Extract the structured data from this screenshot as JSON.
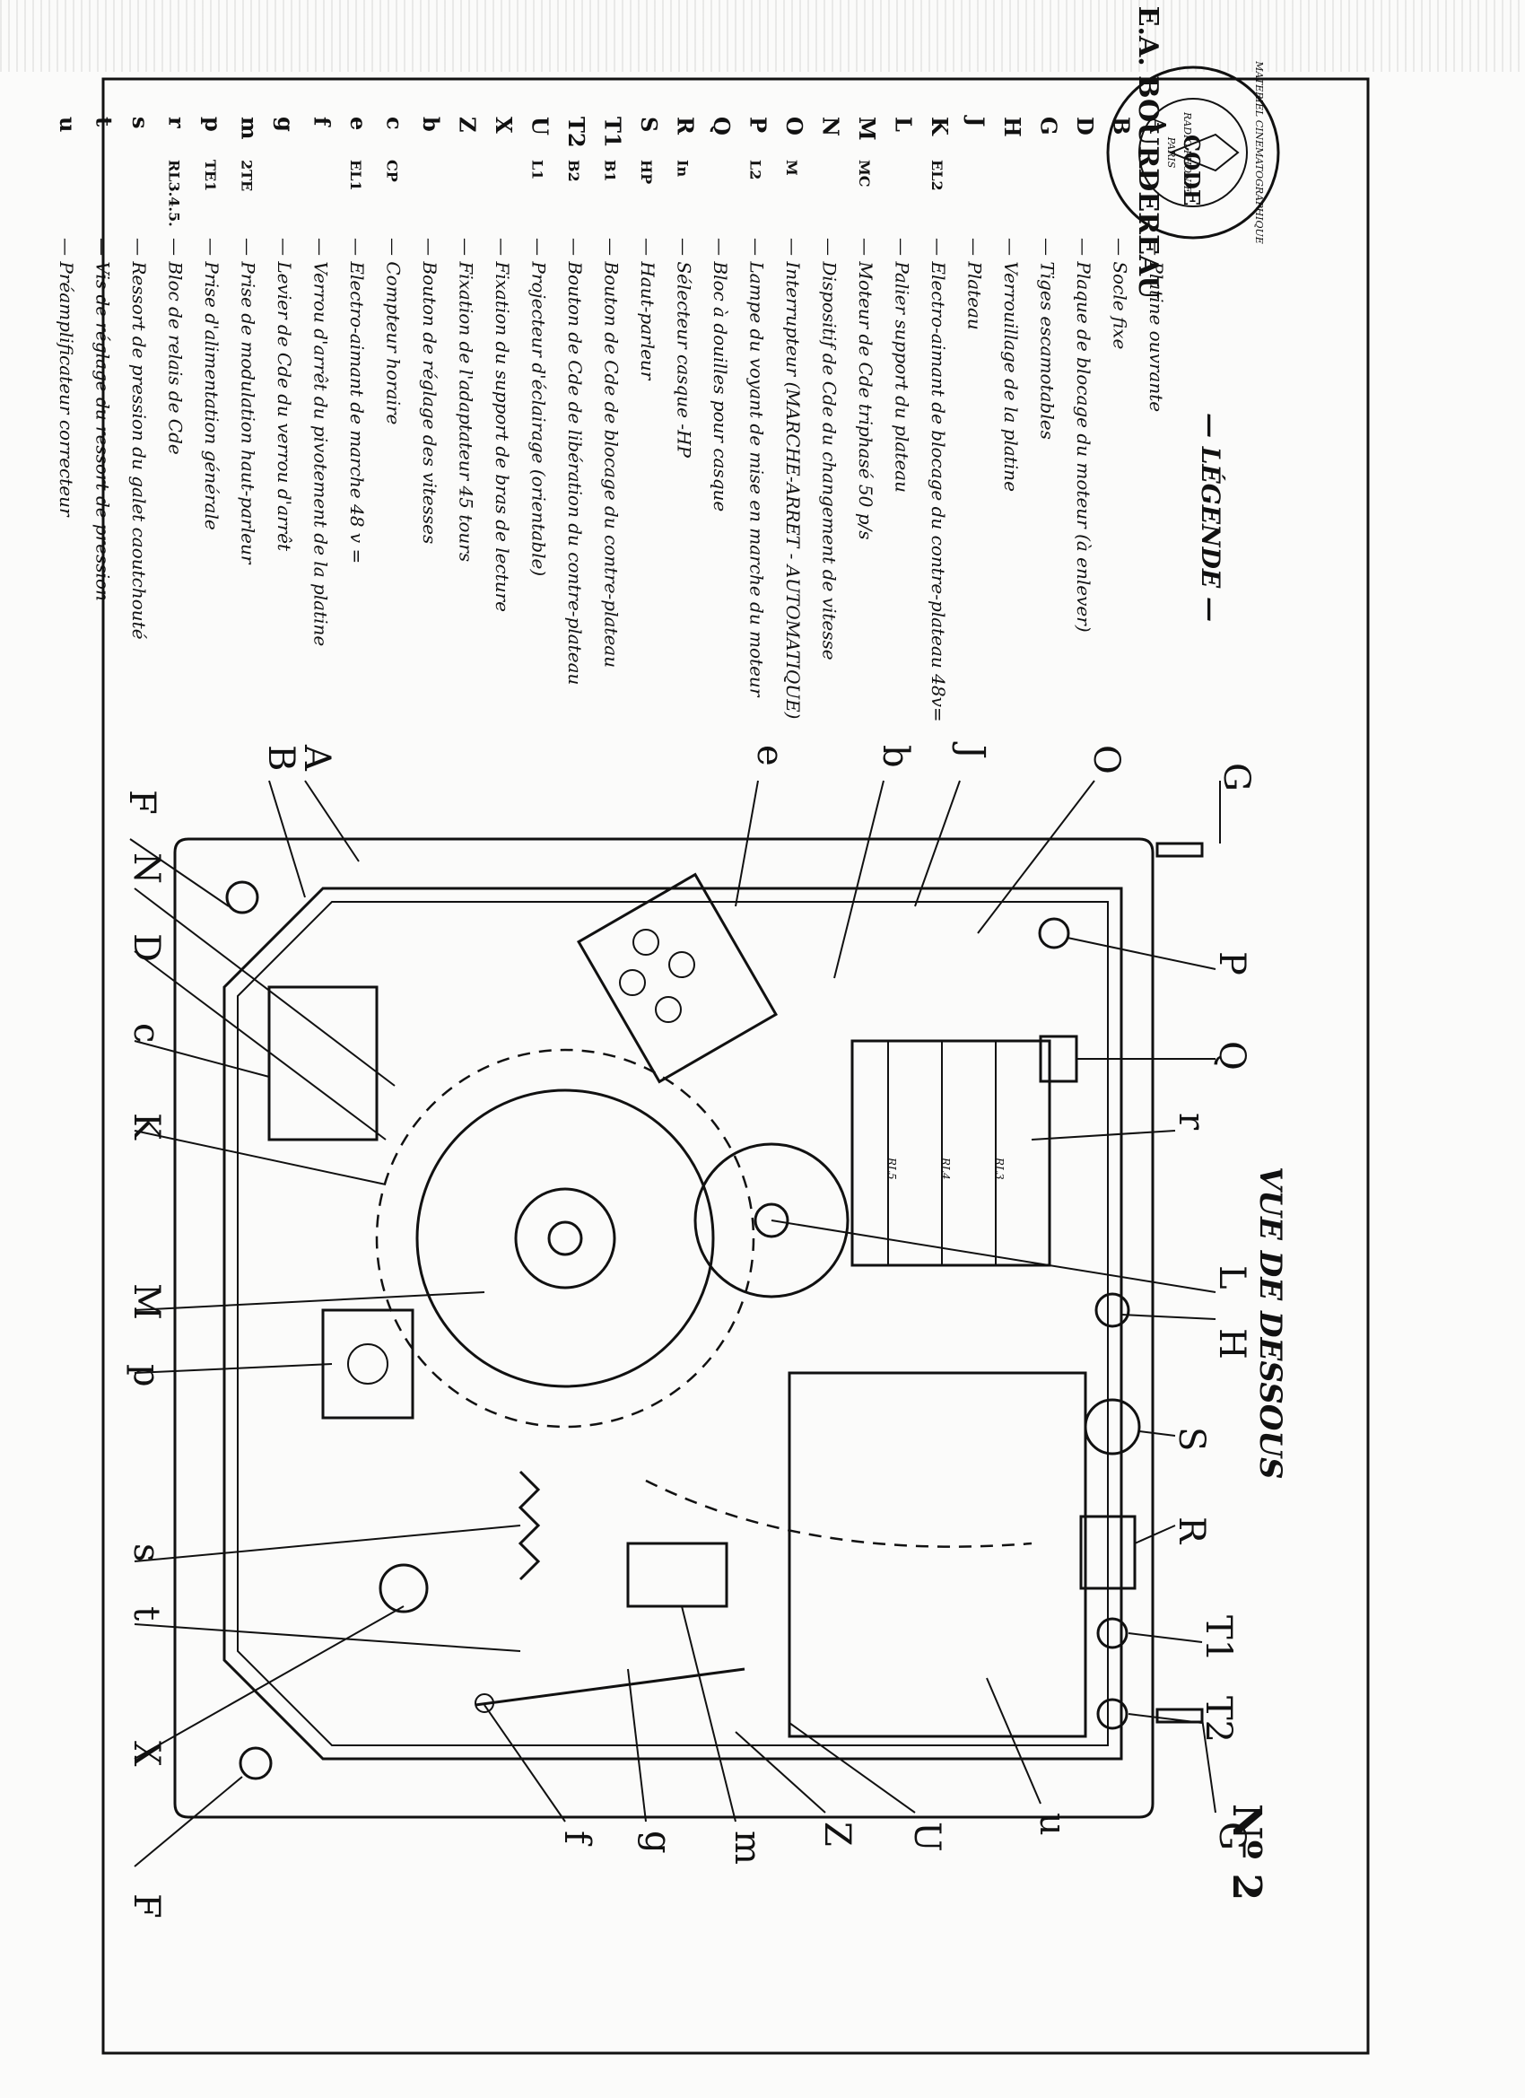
{
  "stamp": {
    "name": "E.A. BOURDEREAU",
    "ring_text": "MATERIEL CINEMATOGRAPHIQUE",
    "sub": "RADIO PHONIE",
    "city": "PARIS"
  },
  "legend": {
    "title": "— LÉGENDE —",
    "code_header": "CODE",
    "items": [
      {
        "letter": "A",
        "code": "",
        "text": "Platine ouvrante"
      },
      {
        "letter": "B",
        "code": "",
        "text": "Socle fixe"
      },
      {
        "letter": "D",
        "code": "",
        "text": "Plaque de blocage du moteur (à enlever)"
      },
      {
        "letter": "G",
        "code": "",
        "text": "Tiges escamotables"
      },
      {
        "letter": "H",
        "code": "",
        "text": "Verrouillage de la platine"
      },
      {
        "letter": "J",
        "code": "",
        "text": "Plateau"
      },
      {
        "letter": "K",
        "code": "EL2",
        "text": "Electro-aimant de blocage du contre-plateau 48v="
      },
      {
        "letter": "L",
        "code": "",
        "text": "Palier support du plateau"
      },
      {
        "letter": "M",
        "code": "MC",
        "text": "Moteur de Cde triphasé 50 p/s"
      },
      {
        "letter": "N",
        "code": "",
        "text": "Dispositif de Cde du changement de vitesse"
      },
      {
        "letter": "O",
        "code": "M",
        "text": "Interrupteur (MARCHE-ARRET - AUTOMATIQUE)"
      },
      {
        "letter": "P",
        "code": "L2",
        "text": "Lampe du voyant de mise en marche du moteur"
      },
      {
        "letter": "Q",
        "code": "",
        "text": "Bloc à douilles pour casque"
      },
      {
        "letter": "R",
        "code": "In",
        "text": "Sélecteur casque -HP"
      },
      {
        "letter": "S",
        "code": "HP",
        "text": "Haut-parleur"
      },
      {
        "letter": "T1",
        "code": "B1",
        "text": "Bouton de Cde de blocage du contre-plateau"
      },
      {
        "letter": "T2",
        "code": "B2",
        "text": "Bouton de Cde de libération du contre-plateau"
      },
      {
        "letter": "U",
        "code": "L1",
        "text": "Projecteur d'éclairage (orientable)"
      },
      {
        "letter": "X",
        "code": "",
        "text": "Fixation du support de bras de lecture"
      },
      {
        "letter": "Z",
        "code": "",
        "text": "Fixation de l'adaptateur 45 tours"
      },
      {
        "letter": "b",
        "code": "",
        "text": "Bouton de réglage des vitesses"
      },
      {
        "letter": "c",
        "code": "CP",
        "text": "Compteur horaire"
      },
      {
        "letter": "e",
        "code": "EL1",
        "text": "Electro-aimant de marche 48 v ="
      },
      {
        "letter": "f",
        "code": "",
        "text": "Verrou d'arrêt du pivotement de la platine"
      },
      {
        "letter": "g",
        "code": "",
        "text": "Levier de Cde du verrou d'arrêt"
      },
      {
        "letter": "m",
        "code": "2TE",
        "text": "Prise de modulation haut-parleur"
      },
      {
        "letter": "p",
        "code": "TE1",
        "text": "Prise d'alimentation générale"
      },
      {
        "letter": "r",
        "code": "RL3.4.5.",
        "text": "Bloc de relais de Cde"
      },
      {
        "letter": "s",
        "code": "",
        "text": "Ressort de pression du galet caoutchouté"
      },
      {
        "letter": "t",
        "code": "",
        "text": "Vis de réglage du ressort de pression"
      },
      {
        "letter": "u",
        "code": "",
        "text": "Préamplificateur correcteur"
      }
    ]
  },
  "view_title": "VUE DE DESSOUS",
  "sheet_number": "Nº 2",
  "callouts": {
    "G": "G",
    "O": "O",
    "J": "J",
    "b": "b",
    "e": "e",
    "A": "A",
    "B": "B",
    "F": "F",
    "N": "N",
    "D": "D",
    "c": "c",
    "K": "K",
    "M": "M",
    "p": "p",
    "s": "s",
    "t": "t",
    "X": "X",
    "P": "P",
    "Q": "Q",
    "r": "r",
    "L": "L",
    "H": "H",
    "S": "S",
    "R": "R",
    "T1": "T1",
    "T2": "T2",
    "u": "u",
    "U": "U",
    "Z": "Z",
    "m": "m",
    "g": "g",
    "f": "f"
  },
  "relay_labels": [
    "RL3",
    "RL4",
    "RL5"
  ]
}
